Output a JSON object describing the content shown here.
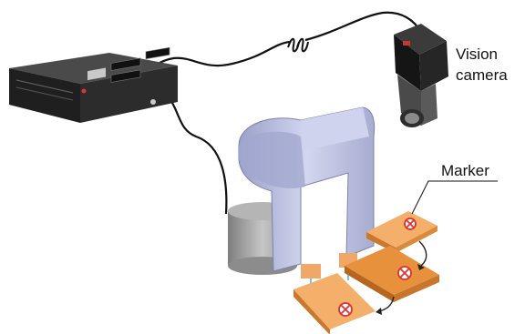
{
  "labels": {
    "camera_line1": "Vision",
    "camera_line2": "camera",
    "marker": "Marker"
  },
  "colors": {
    "cable": "#111111",
    "controller_body": "#2b2b2b",
    "controller_front": "#1c1c1c",
    "robot_body": "#b8bedd",
    "robot_shadow": "#8d93b8",
    "robot_base": "#9a9a9a",
    "block_light": "#f2a65a",
    "block_dark": "#e38a3a",
    "marker_symbol": "#e03030",
    "camera_body": "#1e1e1e",
    "lens": "#3a3a3a"
  },
  "icons": [
    "controller-unit-icon",
    "vision-camera-icon",
    "robot-arm-icon",
    "marker-block-icon",
    "cable-break-icon"
  ]
}
